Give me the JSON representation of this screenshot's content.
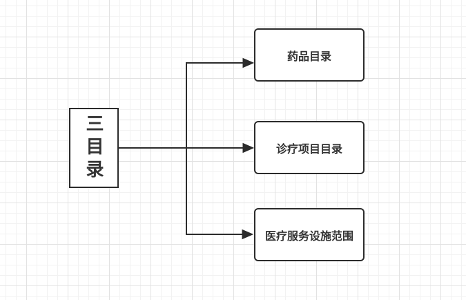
{
  "canvas": {
    "background_color": "#ffffff",
    "grid_minor_color": "#f2f2f2",
    "grid_major_color": "#e2e2e2",
    "stroke_color": "#2b2b2b",
    "text_color": "#333333"
  },
  "diagram": {
    "root": {
      "label": "三目录"
    },
    "children": [
      {
        "label": "药品目录"
      },
      {
        "label": "诊疗项目目录"
      },
      {
        "label": "医疗服务设施范围"
      }
    ],
    "edges": [
      {
        "from": "三目录",
        "to": "药品目录"
      },
      {
        "from": "三目录",
        "to": "诊疗项目目录"
      },
      {
        "from": "三目录",
        "to": "医疗服务设施范围"
      }
    ]
  }
}
